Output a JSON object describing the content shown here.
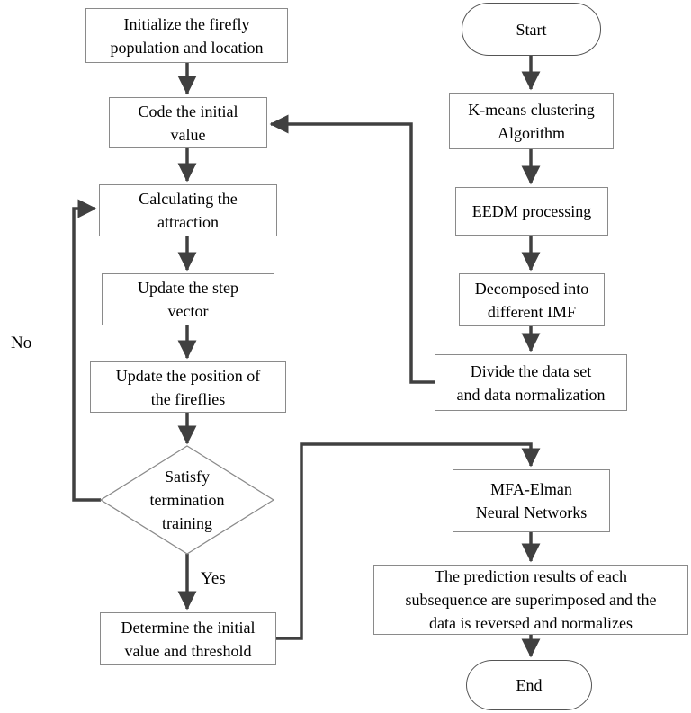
{
  "diagram": {
    "title": "MFA-Elman flowchart",
    "colors": {
      "background": "#ffffff",
      "arrow": "#404040",
      "box_border": "#8a8a8a",
      "terminator_border": "#555555",
      "text": "#000000"
    },
    "nodes": {
      "initialize": {
        "shape": "rect",
        "label": "Initialize the firefly\npopulation and location"
      },
      "code": {
        "shape": "rect",
        "label": "Code the initial\nvalue"
      },
      "attraction": {
        "shape": "rect",
        "label": "Calculating the\nattraction"
      },
      "step_vector": {
        "shape": "rect",
        "label": "Update the step\nvector"
      },
      "position": {
        "shape": "rect",
        "label": "Update the position of\nthe fireflies"
      },
      "decision": {
        "shape": "diamond",
        "label": "Satisfy\ntermination\ntraining"
      },
      "determine": {
        "shape": "rect",
        "label": "Determine the initial\nvalue and threshold"
      },
      "start": {
        "shape": "terminator",
        "label": "Start"
      },
      "kmeans": {
        "shape": "rect",
        "label": "K-means clustering\nAlgorithm"
      },
      "eedm": {
        "shape": "rect",
        "label": "EEDM processing"
      },
      "decompose": {
        "shape": "rect",
        "label": "Decomposed into\ndifferent IMF"
      },
      "divide": {
        "shape": "rect",
        "label": "Divide the data set\nand data normalization"
      },
      "mfa_elman": {
        "shape": "rect",
        "label": "MFA-Elman\nNeural Networks"
      },
      "prediction": {
        "shape": "rect",
        "label": "The prediction results of each\nsubsequence are superimposed and the\ndata is reversed and normalizes"
      },
      "end": {
        "shape": "terminator",
        "label": "End"
      }
    },
    "edge_labels": {
      "no": "No",
      "yes": "Yes"
    },
    "edges": [
      {
        "from": "initialize",
        "to": "code"
      },
      {
        "from": "code",
        "to": "attraction"
      },
      {
        "from": "attraction",
        "to": "step_vector"
      },
      {
        "from": "step_vector",
        "to": "position"
      },
      {
        "from": "position",
        "to": "decision"
      },
      {
        "from": "decision",
        "to": "determine",
        "label": "Yes"
      },
      {
        "from": "decision",
        "to": "attraction",
        "label": "No"
      },
      {
        "from": "start",
        "to": "kmeans"
      },
      {
        "from": "kmeans",
        "to": "eedm"
      },
      {
        "from": "eedm",
        "to": "decompose"
      },
      {
        "from": "decompose",
        "to": "divide"
      },
      {
        "from": "divide",
        "to": "code"
      },
      {
        "from": "determine",
        "to": "mfa_elman"
      },
      {
        "from": "mfa_elman",
        "to": "prediction"
      },
      {
        "from": "prediction",
        "to": "end"
      }
    ]
  }
}
